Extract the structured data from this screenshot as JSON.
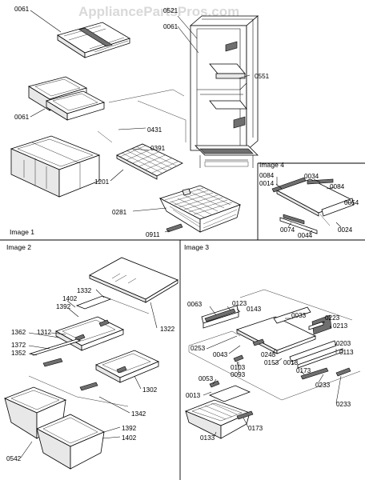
{
  "watermark": "AppliancePartsPros.com",
  "panels": {
    "image1": {
      "title": "Image 1"
    },
    "image2": {
      "title": "Image 2"
    },
    "image3": {
      "title": "Image 3"
    },
    "image4": {
      "title": "Image 4"
    }
  },
  "labels": {
    "p0061a": "0061",
    "p0521": "0521",
    "p0061b": "0061",
    "p0551": "0551",
    "p0061c": "0061",
    "p0431": "0431",
    "p0391": "0391",
    "p1201": "1201",
    "p0281": "0281",
    "p0911": "0911",
    "p0084a": "0084",
    "p0014": "0014",
    "p0034": "0034",
    "p0084b": "0084",
    "p0054": "0054",
    "p0074": "0074",
    "p0044": "0044",
    "p0024": "0024",
    "p1332": "1332",
    "p1402a": "1402",
    "p1392a": "1392",
    "p1322": "1322",
    "p1362": "1362",
    "p1312": "1312",
    "p1372": "1372",
    "p1352": "1352",
    "p1302": "1302",
    "p1342": "1342",
    "p1392b": "1392",
    "p1402b": "1402",
    "p0542": "0542",
    "p0063": "0063",
    "p0123": "0123",
    "p0143": "0143",
    "p0033": "0033",
    "p0223": "0223",
    "p0213": "0213",
    "p0253": "0253",
    "p0043": "0043",
    "p0243": "0243",
    "p0203": "0203",
    "p0113": "0113",
    "p0153": "0153",
    "p0013a": "0013",
    "p0103": "0103",
    "p0093": "0093",
    "p0173a": "0173",
    "p0053": "0053",
    "p0233a": "0233",
    "p0013b": "0013",
    "p0233b": "0233",
    "p0133": "0133",
    "p0173b": "0173"
  },
  "colors": {
    "line": "#000000",
    "fill": "#ffffff",
    "shade": "#e8e8e8",
    "dark": "#6f6f6f",
    "watermark": "#d9d9d9"
  }
}
